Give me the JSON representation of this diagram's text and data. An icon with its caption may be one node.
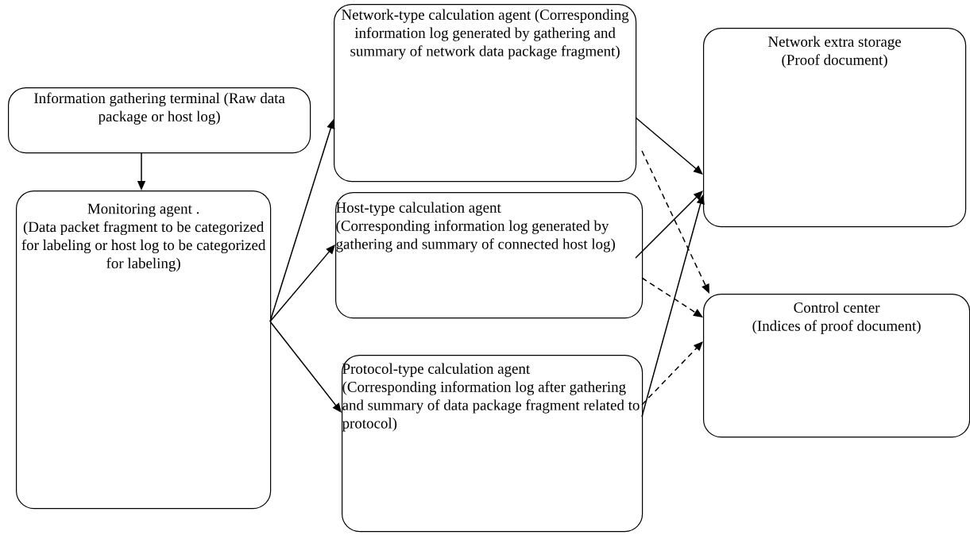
{
  "diagram": {
    "nodes": [
      {
        "text": [
          "Information gathering terminal (Raw data package or host log)"
        ]
      },
      {
        "text": [
          "Monitoring agent .",
          "(Data packet fragment to be categorized for labeling or host log to be categorized for labeling)"
        ]
      },
      {
        "text": [
          "Network-type calculation agent (Corresponding information log generated by gathering and summary of network data package fragment)"
        ]
      },
      {
        "text": [
          "Host-type calculation agent",
          "(Corresponding information log generated by gathering and summary of connected host log)"
        ]
      },
      {
        "text": [
          "Protocol-type calculation agent",
          "(Corresponding information log after gathering and summary of data package fragment related to protocol)"
        ]
      },
      {
        "text": [
          "Network extra storage",
          "(Proof document)"
        ]
      },
      {
        "text": [
          "Control center",
          "(Indices of proof document)"
        ]
      }
    ],
    "edges": [
      {
        "from": 0,
        "to": 1,
        "arrow": "to"
      },
      {
        "from": 1,
        "to": 2,
        "arrow": "to"
      },
      {
        "from": 1,
        "to": 3,
        "arrow": "to"
      },
      {
        "from": 1,
        "to": 4,
        "arrow": "to"
      },
      {
        "from": 2,
        "to": 5,
        "arrow": "to"
      },
      {
        "from": 2,
        "to": 6,
        "arrow": "to",
        "style": "dashed"
      },
      {
        "from": 3,
        "to": 5,
        "arrow": "to"
      },
      {
        "from": 3,
        "to": 6,
        "arrow": "to",
        "style": "dashed"
      },
      {
        "from": 4,
        "to": 5,
        "arrow": "to"
      },
      {
        "from": 4,
        "to": 6,
        "arrow": "to",
        "style": "dashed"
      }
    ]
  }
}
